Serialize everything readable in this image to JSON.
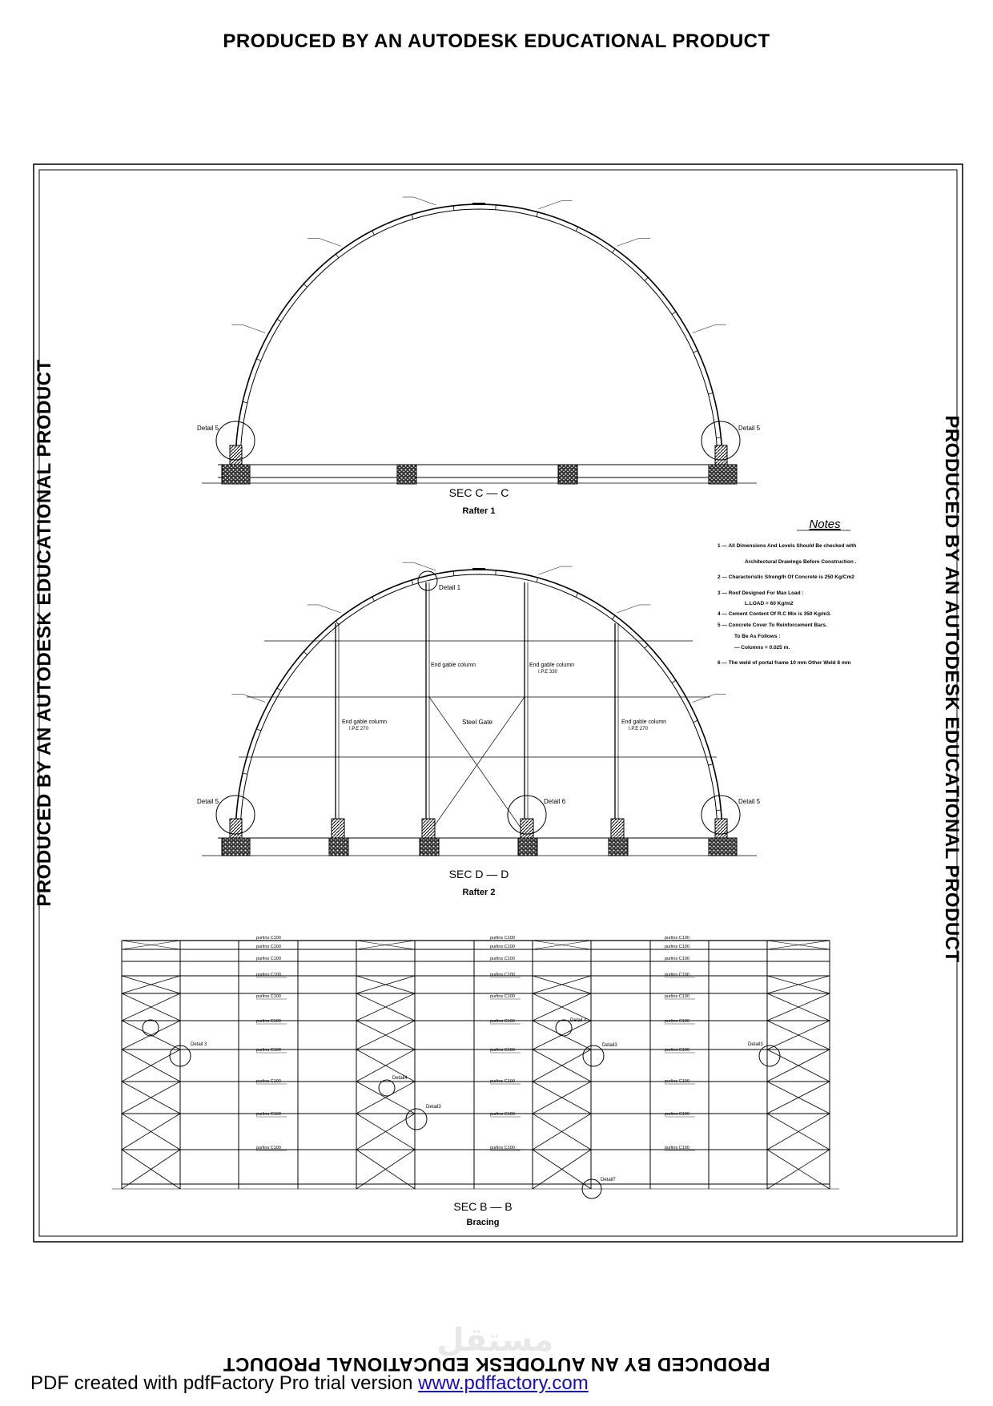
{
  "stamps": {
    "top": "PRODUCED BY AN AUTODESK EDUCATIONAL PRODUCT",
    "left": "PRODUCED BY AN AUTODESK EDUCATIONAL PRODUCT",
    "right": "PRODUCED BY AN AUTODESK EDUCATIONAL PRODUCT",
    "bottom": "PRODUCED BY AN AUTODESK EDUCATIONAL PRODUCT"
  },
  "sections": {
    "cc": {
      "title": "SEC  C  —  C",
      "subtitle": "Rafter  1"
    },
    "dd": {
      "title": "SEC  D  —  D",
      "subtitle": "Rafter  2"
    },
    "bb": {
      "title": "SEC  B  —  B",
      "subtitle": "Bracing"
    }
  },
  "details": {
    "detail5": "Detail 5",
    "detail1": "Detail 1",
    "detail6": "Detail 6",
    "detail3": "Detail 3",
    "detail4": "Detail 4",
    "detail3b": "Detail3",
    "detail4b": "Detail4",
    "detail7": "Detail7"
  },
  "labels": {
    "end_gable_column": "End gable column",
    "ipe270": "I.P.E 270",
    "ipe330": "I.P.E 330",
    "steel_gate": "Steel Gate",
    "purlin": "purlins  C100"
  },
  "notes": {
    "heading": "Notes",
    "lines": [
      "1  —  All Dimensions And Levels Should Be checked with",
      "Architectural Drawings Before Construction .",
      "2  —  Characteristic Strength Of Concrete is 250 Kg/Cm2",
      "3  —  Roof Designed For Max Load :",
      "L.LOAD  =  60  Kg/m2",
      "4  —  Cement Content Of R.C Mix is 350 Kg/m3.",
      "5  —  Concrete Cover To Reinforcement Bars.",
      "To Be As Follows :",
      "—  Columns     =   0.025   m.",
      "6  —  The weld of portal frame 10 mm Other Weld 8 mm"
    ]
  },
  "footer": {
    "text": "PDF created with pdfFactory Pro trial version ",
    "link": "www.pdffactory.com"
  },
  "watermark": "مستقل"
}
